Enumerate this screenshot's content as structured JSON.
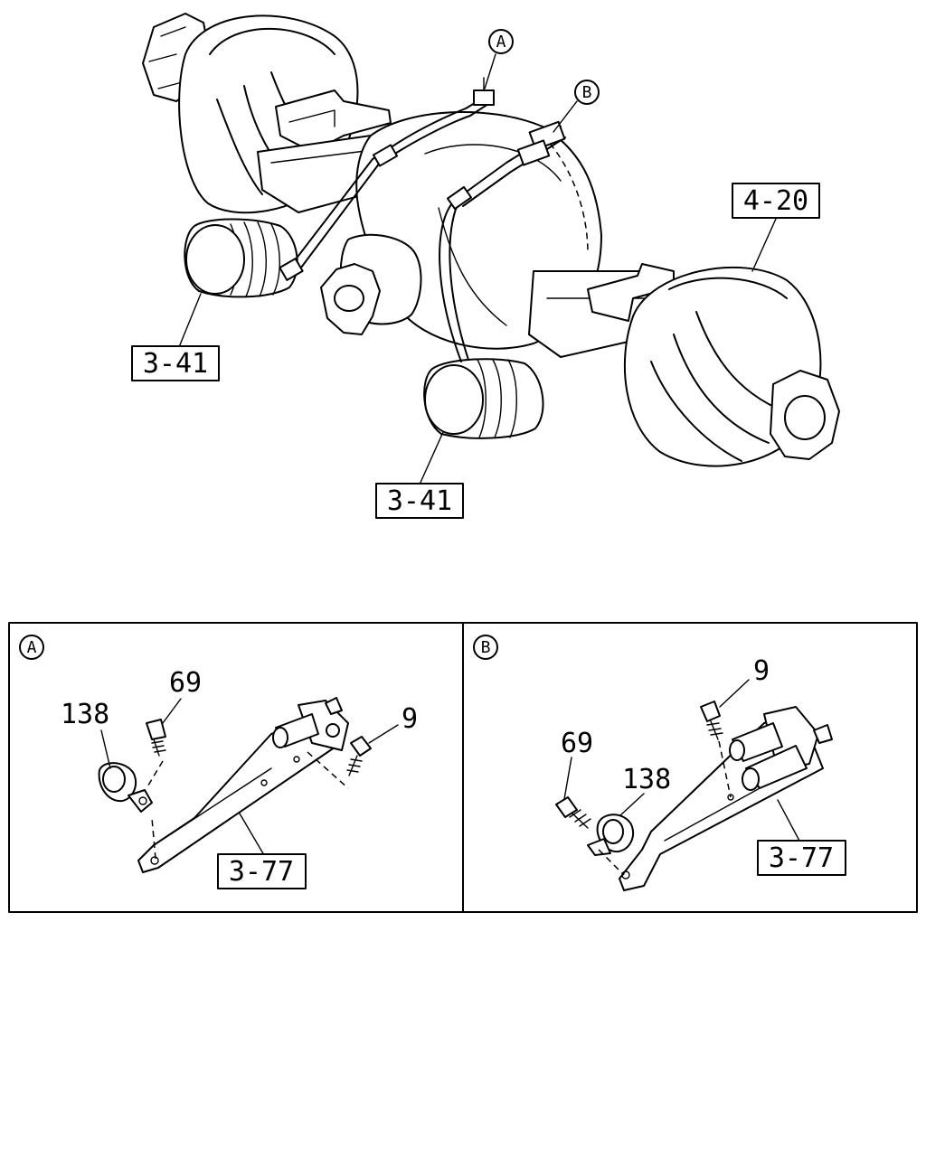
{
  "callouts": {
    "a": "A",
    "b": "B"
  },
  "main_view": {
    "ref_4_20": "4-20",
    "ref_3_41_upper": "3-41",
    "ref_3_41_lower": "3-41"
  },
  "detail_a": {
    "badge": "A",
    "part_69": "69",
    "part_138": "138",
    "part_9": "9",
    "ref_3_77": "3-77"
  },
  "detail_b": {
    "badge": "B",
    "part_9": "9",
    "part_69": "69",
    "part_138": "138",
    "ref_3_77": "3-77"
  }
}
